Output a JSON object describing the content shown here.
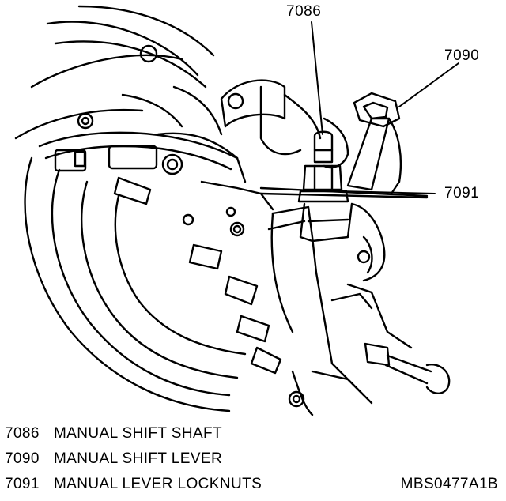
{
  "callouts": [
    {
      "id": "7086"
    },
    {
      "id": "7090"
    },
    {
      "id": "7091"
    }
  ],
  "legend": [
    {
      "num": "7086",
      "label": "MANUAL SHIFT SHAFT"
    },
    {
      "num": "7090",
      "label": "MANUAL SHIFT LEVER"
    },
    {
      "num": "7091",
      "label": "MANUAL LEVER LOCKNUTS"
    }
  ],
  "figure_id": "MBS0477A1B"
}
